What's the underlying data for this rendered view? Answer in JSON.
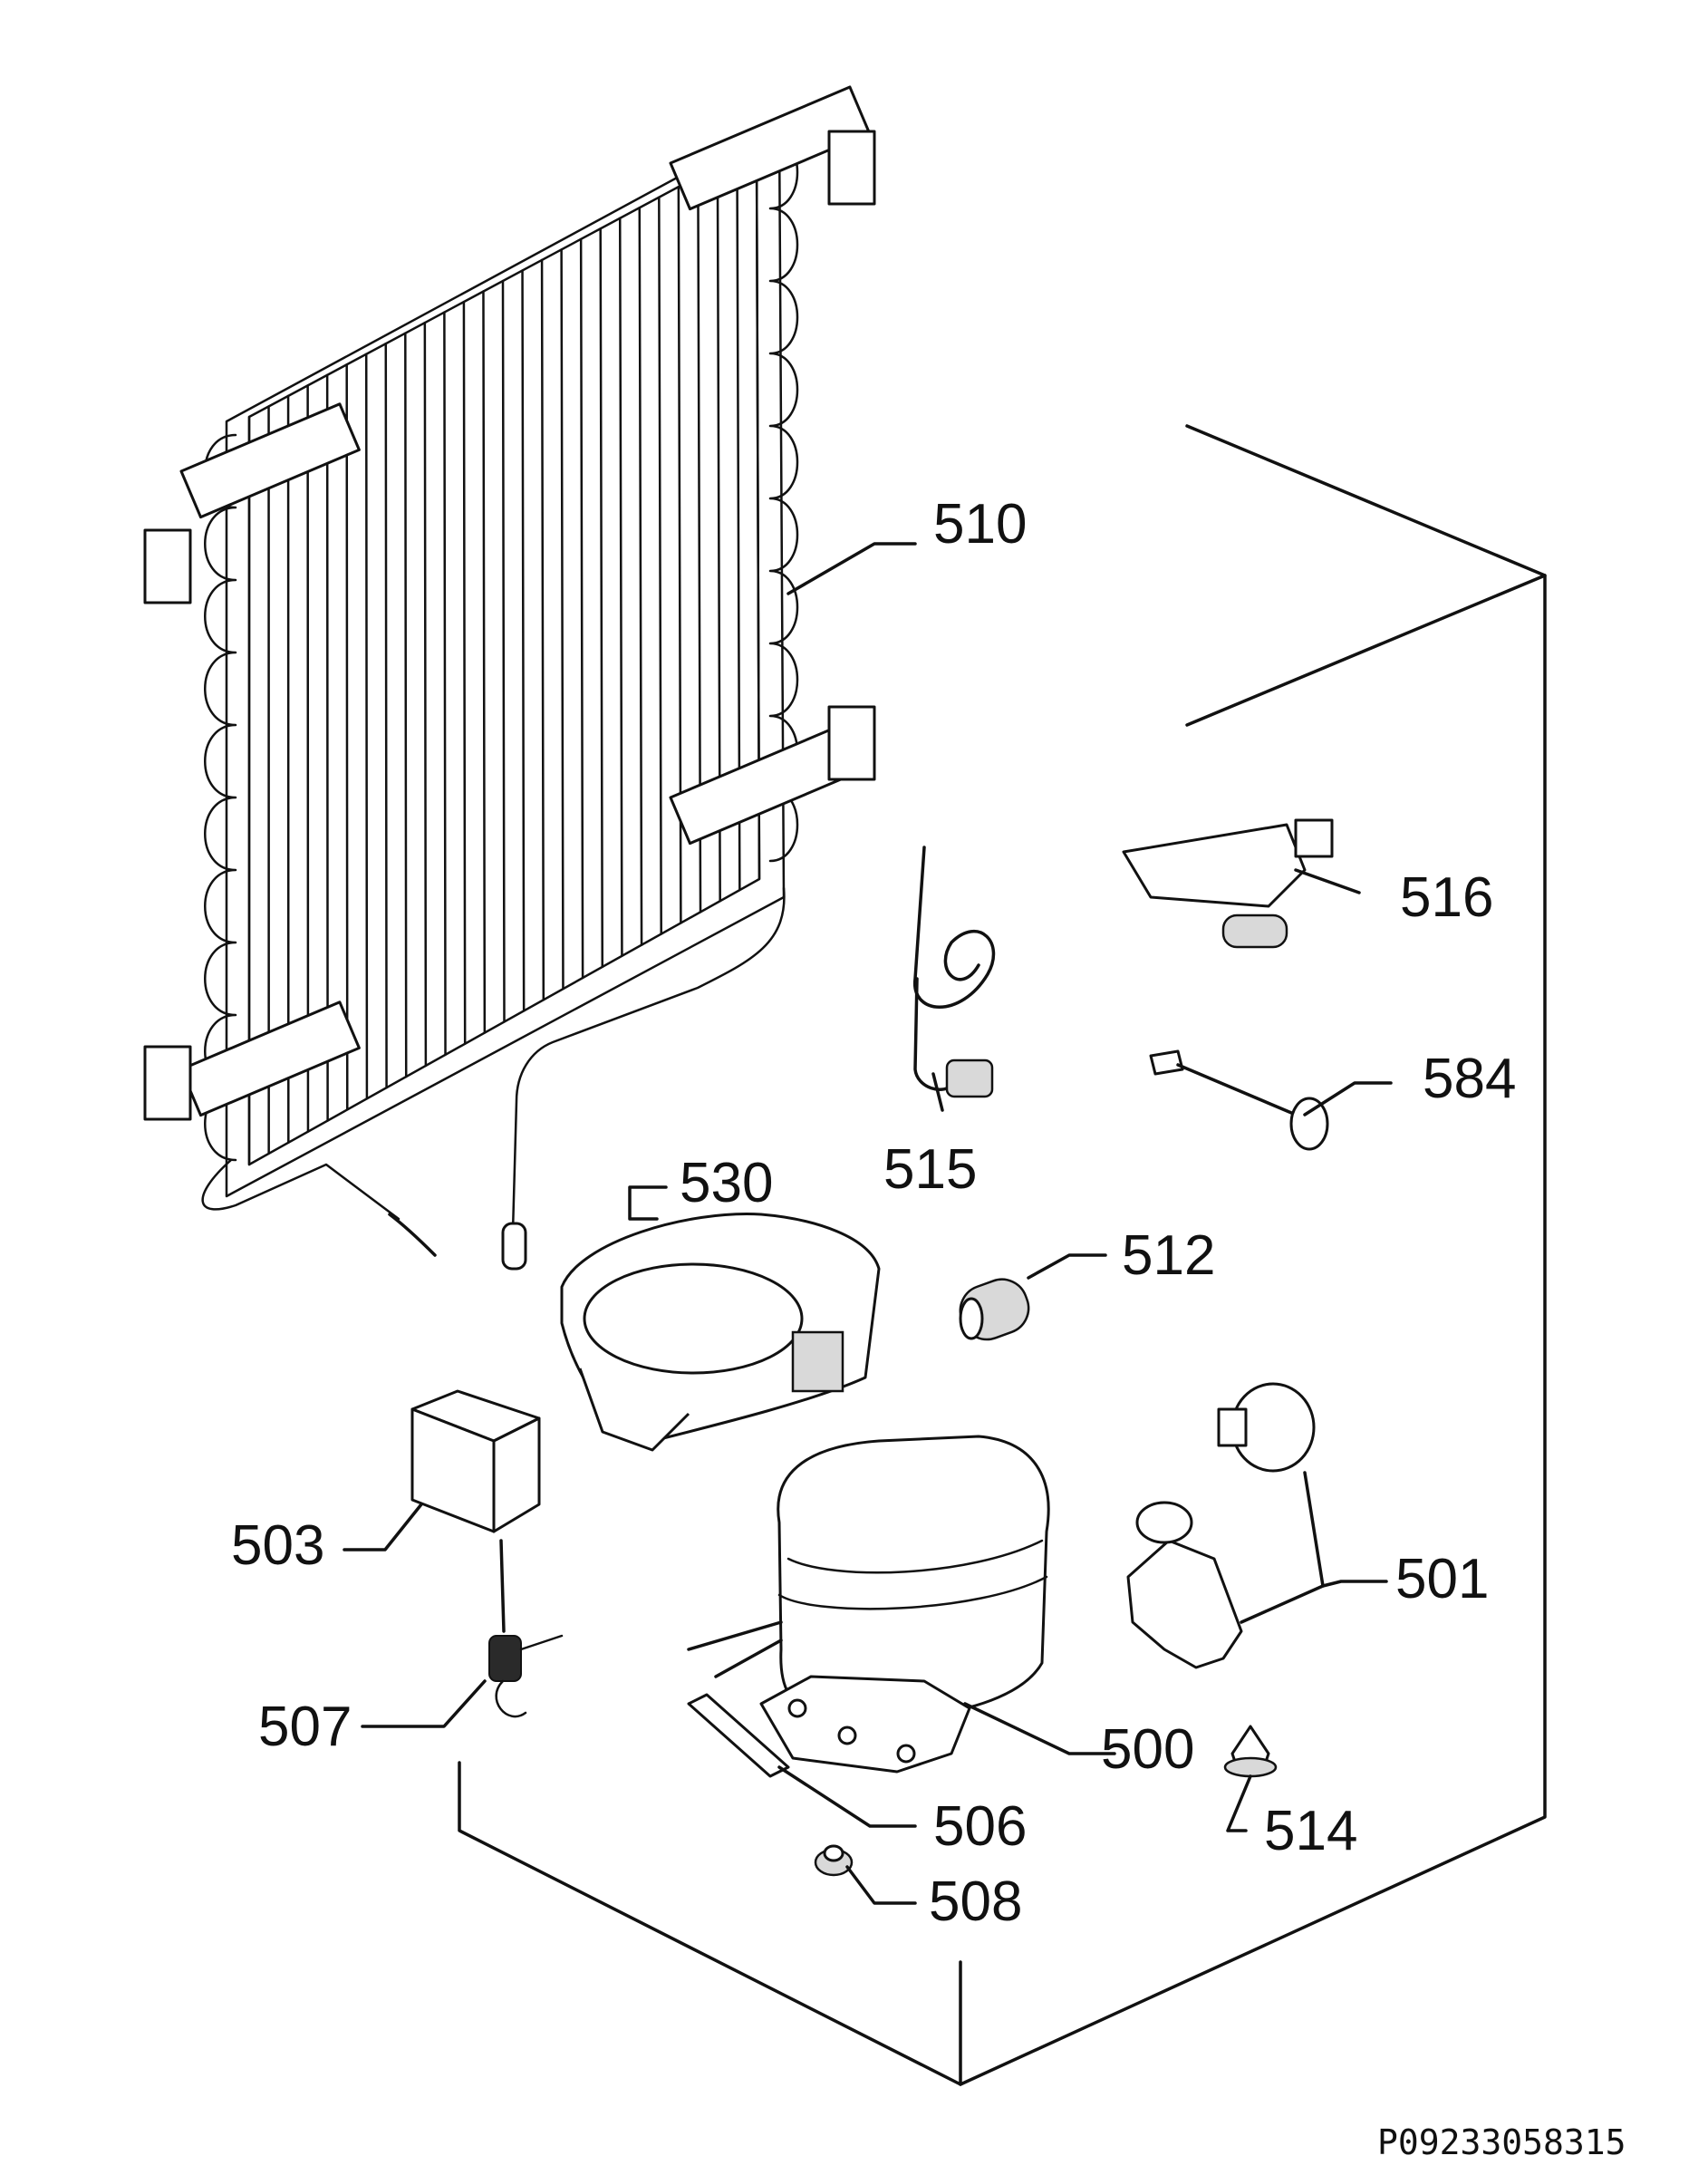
{
  "drawing_ref": "P09233058315",
  "labels": {
    "p500": "500",
    "p501": "501",
    "p503": "503",
    "p506": "506",
    "p507": "507",
    "p508": "508",
    "p510": "510",
    "p512": "512",
    "p514": "514",
    "p515": "515",
    "p516": "516",
    "p530": "530",
    "p584": "584"
  }
}
